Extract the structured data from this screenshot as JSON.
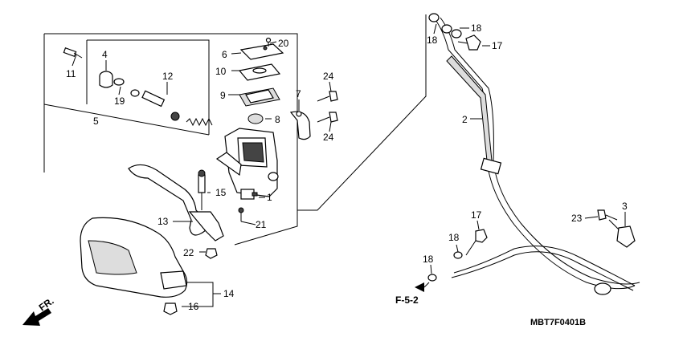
{
  "callouts": {
    "c1": "1",
    "c2": "2",
    "c3": "3",
    "c4": "4",
    "c5": "5",
    "c6": "6",
    "c7": "7",
    "c8": "8",
    "c9": "9",
    "c10": "10",
    "c11": "11",
    "c12": "12",
    "c13": "13",
    "c14": "14",
    "c15": "15",
    "c16": "16",
    "c17a": "17",
    "c17b": "17",
    "c18a": "18",
    "c18b": "18",
    "c18c": "18",
    "c18d": "18",
    "c19": "19",
    "c20": "20",
    "c21": "21",
    "c22": "22",
    "c23": "23",
    "c24a": "24",
    "c24b": "24"
  },
  "reference": "F-5-2",
  "front_label": "FR.",
  "diagram_code": "MBT7F0401B"
}
